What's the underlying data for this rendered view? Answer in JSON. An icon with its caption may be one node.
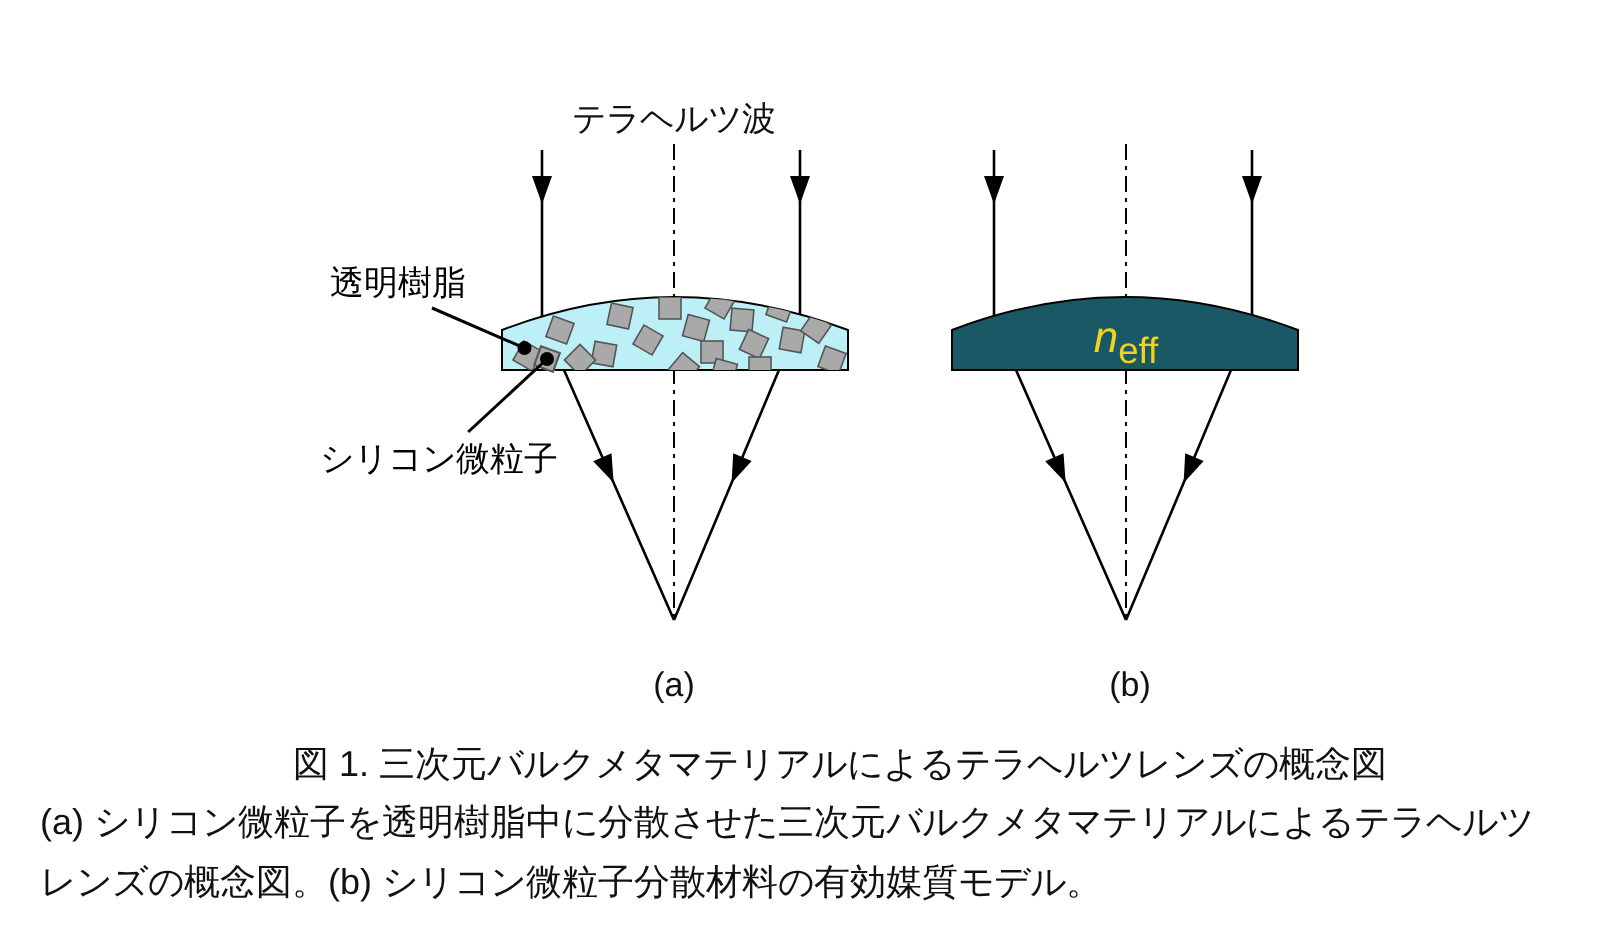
{
  "diagram": {
    "title": "図 1. 三次元バルクメタマテリアルによるテラヘルツレンズの概念図",
    "caption": "(a) シリコン微粒子を透明樹脂中に分散させた三次元バルクメタマテリアルによるテラヘルツレンズの概念図。(b) シリコン微粒子分散材料の有効媒質モデル。",
    "nodes": [
      {
        "text": [
          "透明樹脂"
        ]
      },
      {
        "text": [],
        "shape": "lens"
      },
      {
        "text": [
          "シリコン微粒子"
        ]
      },
      {
        "text": [],
        "shape": "box",
        "in": 1
      },
      {
        "text": [
          "*n*$_{eff}$"
        ]
      }
    ],
    "edges": [
      {
        "from": 0,
        "to": 1,
        "arrow": "other"
      },
      {
        "from": 2,
        "to": 3,
        "arrow": "other"
      }
    ],
    "labels": [
      "テラヘルツ波",
      "(a)",
      "(b)"
    ]
  }
}
